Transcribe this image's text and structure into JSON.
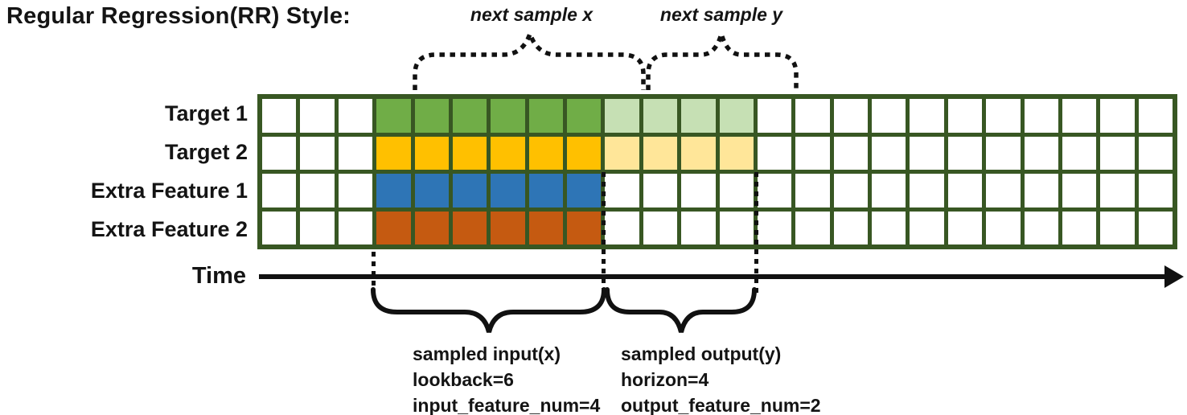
{
  "title": "Regular Regression(RR) Style:",
  "annotations": {
    "next_sample_x": "next sample x",
    "next_sample_y": "next sample y"
  },
  "time_axis": {
    "label": "Time"
  },
  "grid": {
    "columns": 24,
    "input_start_col": 3,
    "lookback": 6,
    "horizon": 4,
    "border_color": "#385723",
    "cell_color": "#ffffff",
    "rows": [
      {
        "label": "Target 1",
        "type": "target",
        "input_color": "#70AD47",
        "output_color": "#C6E0B4"
      },
      {
        "label": "Target 2",
        "type": "target",
        "input_color": "#FFC000",
        "output_color": "#FFE699"
      },
      {
        "label": "Extra Feature 1",
        "type": "extra-feature",
        "input_color": "#2E75B6",
        "output_color": null
      },
      {
        "label": "Extra Feature 2",
        "type": "extra-feature",
        "input_color": "#C55A11",
        "output_color": null
      }
    ]
  },
  "sample_labels": {
    "input": {
      "line1": "sampled input(x)",
      "line2": "lookback=6",
      "line3": "input_feature_num=4"
    },
    "output": {
      "line1": "sampled output(y)",
      "line2": "horizon=4",
      "line3": "output_feature_num=2"
    }
  },
  "colors": {
    "annotation_ink": "#111111"
  }
}
